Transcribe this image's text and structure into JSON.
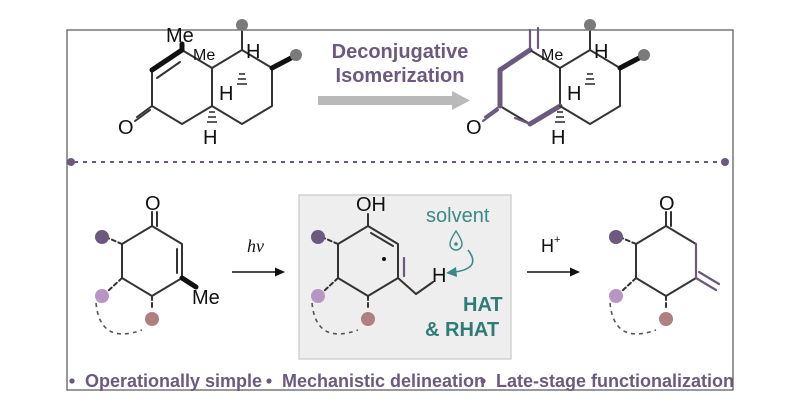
{
  "top": {
    "title_line1": "Deconjugative",
    "title_line2": "Isomerization",
    "left_me_top": "Me",
    "left_me_mid": "Me",
    "left_h_right": "H",
    "left_h_center": "H",
    "left_o": "O",
    "left_h_bottom": "H",
    "right_me_mid": "Me",
    "right_h_right": "H",
    "right_h_center": "H",
    "right_o": "O",
    "right_h_bottom": "H"
  },
  "bottom": {
    "start_o": "O",
    "start_me": "Me",
    "arrow1_label": "hv",
    "mid_oh": "OH",
    "mid_h": "H",
    "solvent_label": "solvent",
    "hat_label": "HAT",
    "rhat_label": "& RHAT",
    "arrow2_label": "H",
    "arrow2_sup": "+",
    "end_o": "O"
  },
  "footer": {
    "item1": "Operationally simple",
    "item2": "Mechanistic delineation",
    "item3": "Late-stage functionalization"
  },
  "colors": {
    "accent_purple": "#6b5a7e",
    "teal": "#3a8a86",
    "arrow_gray": "#b9b9b9",
    "dot_dark_purple": "#6b5a7e",
    "dot_light_purple": "#b796c6",
    "dot_mauve": "#b07f7f",
    "dot_gray": "#7a7a7a",
    "panel_bg": "#eeeeee"
  }
}
